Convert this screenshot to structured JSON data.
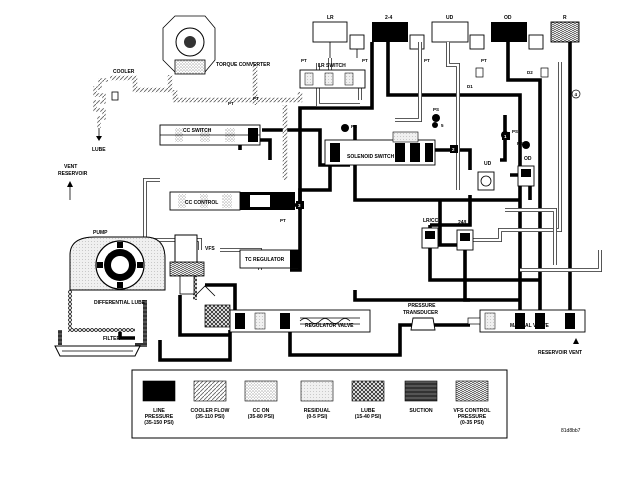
{
  "components": {
    "lr": "LR",
    "c24": "2-4",
    "ud_top": "UD",
    "od_top": "OD",
    "r": "R",
    "torque_converter": "TORQUE CONVERTER",
    "cooler": "COOLER",
    "lube": "LUBE",
    "vent_reservoir_line1": "VENT",
    "vent_reservoir_line2": "RESERVOIR",
    "cc_switch": "CC SWITCH",
    "cc_control": "CC CONTROL",
    "lr_switch": "LR SWITCH",
    "solenoid_switch": "SOLENOID SWITCH",
    "pump": "PUMP",
    "vfs": "VFS",
    "tc_regulator": "TC REGULATOR",
    "differential_lube": "DIFFERENTIAL LUBE",
    "filter": "FILTER",
    "regulator_valve": "REGULATOR VALVE",
    "pressure_transducer_line1": "PRESSURE",
    "pressure_transducer_line2": "TRANSDUCER",
    "manual_valve": "MANUAL VALVE",
    "reservoir_vent": "RESERVOIR VENT",
    "lr_cc": "LR/CC",
    "c24_lr": "24/LR",
    "ud_mid": "UD",
    "od_mid": "OD",
    "pt": "PT",
    "ps": "PS",
    "d1": "D1",
    "d2": "D2",
    "num3": "3",
    "num4": "4",
    "num5": "5",
    "num2": "2",
    "num1": "1"
  },
  "legend": [
    {
      "line1": "LINE",
      "line2": "PRESSURE",
      "line3": "(35-150 PSI)"
    },
    {
      "line1": "COOLER FLOW",
      "line2": "(35-110 PSI)",
      "line3": ""
    },
    {
      "line1": "CC ON",
      "line2": "(35-80 PSI)",
      "line3": ""
    },
    {
      "line1": "RESIDUAL",
      "line2": "(0-5 PSI)",
      "line3": ""
    },
    {
      "line1": "LUBE",
      "line2": "(15-40 PSI)",
      "line3": ""
    },
    {
      "line1": "SUCTION",
      "line2": "",
      "line3": ""
    },
    {
      "line1": "VFS CONTROL",
      "line2": "PRESSURE",
      "line3": "(0-35 PSI)"
    }
  ],
  "figure_ref": "81d8bb7"
}
